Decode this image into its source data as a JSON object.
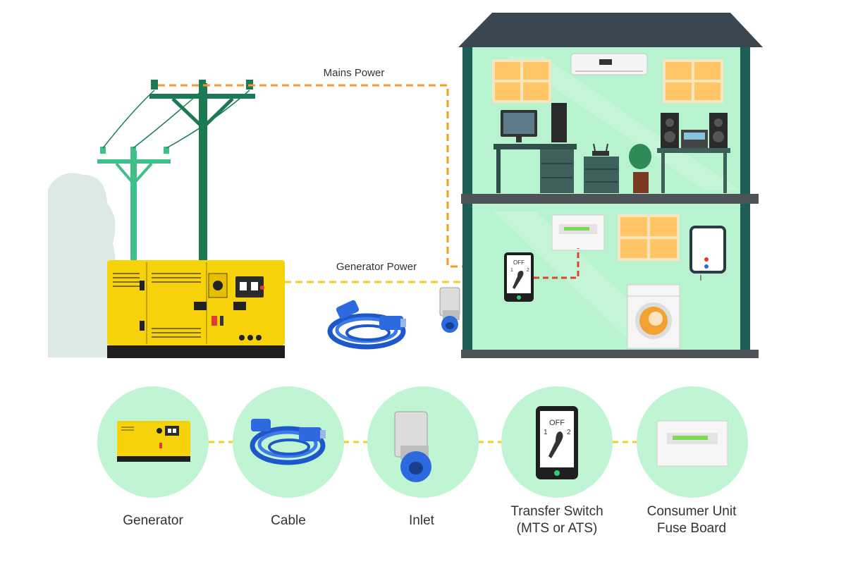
{
  "lines": {
    "mains_label": "Mains Power",
    "generator_label": "Generator Power"
  },
  "transfer_switch": {
    "off_label": "OFF",
    "pos1": "1",
    "pos2": "2"
  },
  "steps": [
    {
      "label": "Generator",
      "icon": "generator-icon"
    },
    {
      "label": "Cable",
      "icon": "cable-reel-icon"
    },
    {
      "label": "Inlet",
      "icon": "inlet-icon"
    },
    {
      "label_line1": "Transfer Switch",
      "label_line2": "(MTS or ATS)",
      "icon": "transfer-switch-icon"
    },
    {
      "label_line1": "Consumer Unit",
      "label_line2": "Fuse Board",
      "icon": "fuse-board-icon"
    }
  ],
  "colors": {
    "mains_line": "#f39a2c",
    "generator_line": "#f2d21e",
    "switch_line": "#e0452a",
    "house_wall": "#b8f3cf",
    "house_frame": "#1f5e57",
    "roof": "#3a4650",
    "generator_body": "#f6d20a",
    "pole_dark": "#1b7a53",
    "pole_light": "#3fbf8a",
    "circle_bg": "#bff5d2"
  }
}
